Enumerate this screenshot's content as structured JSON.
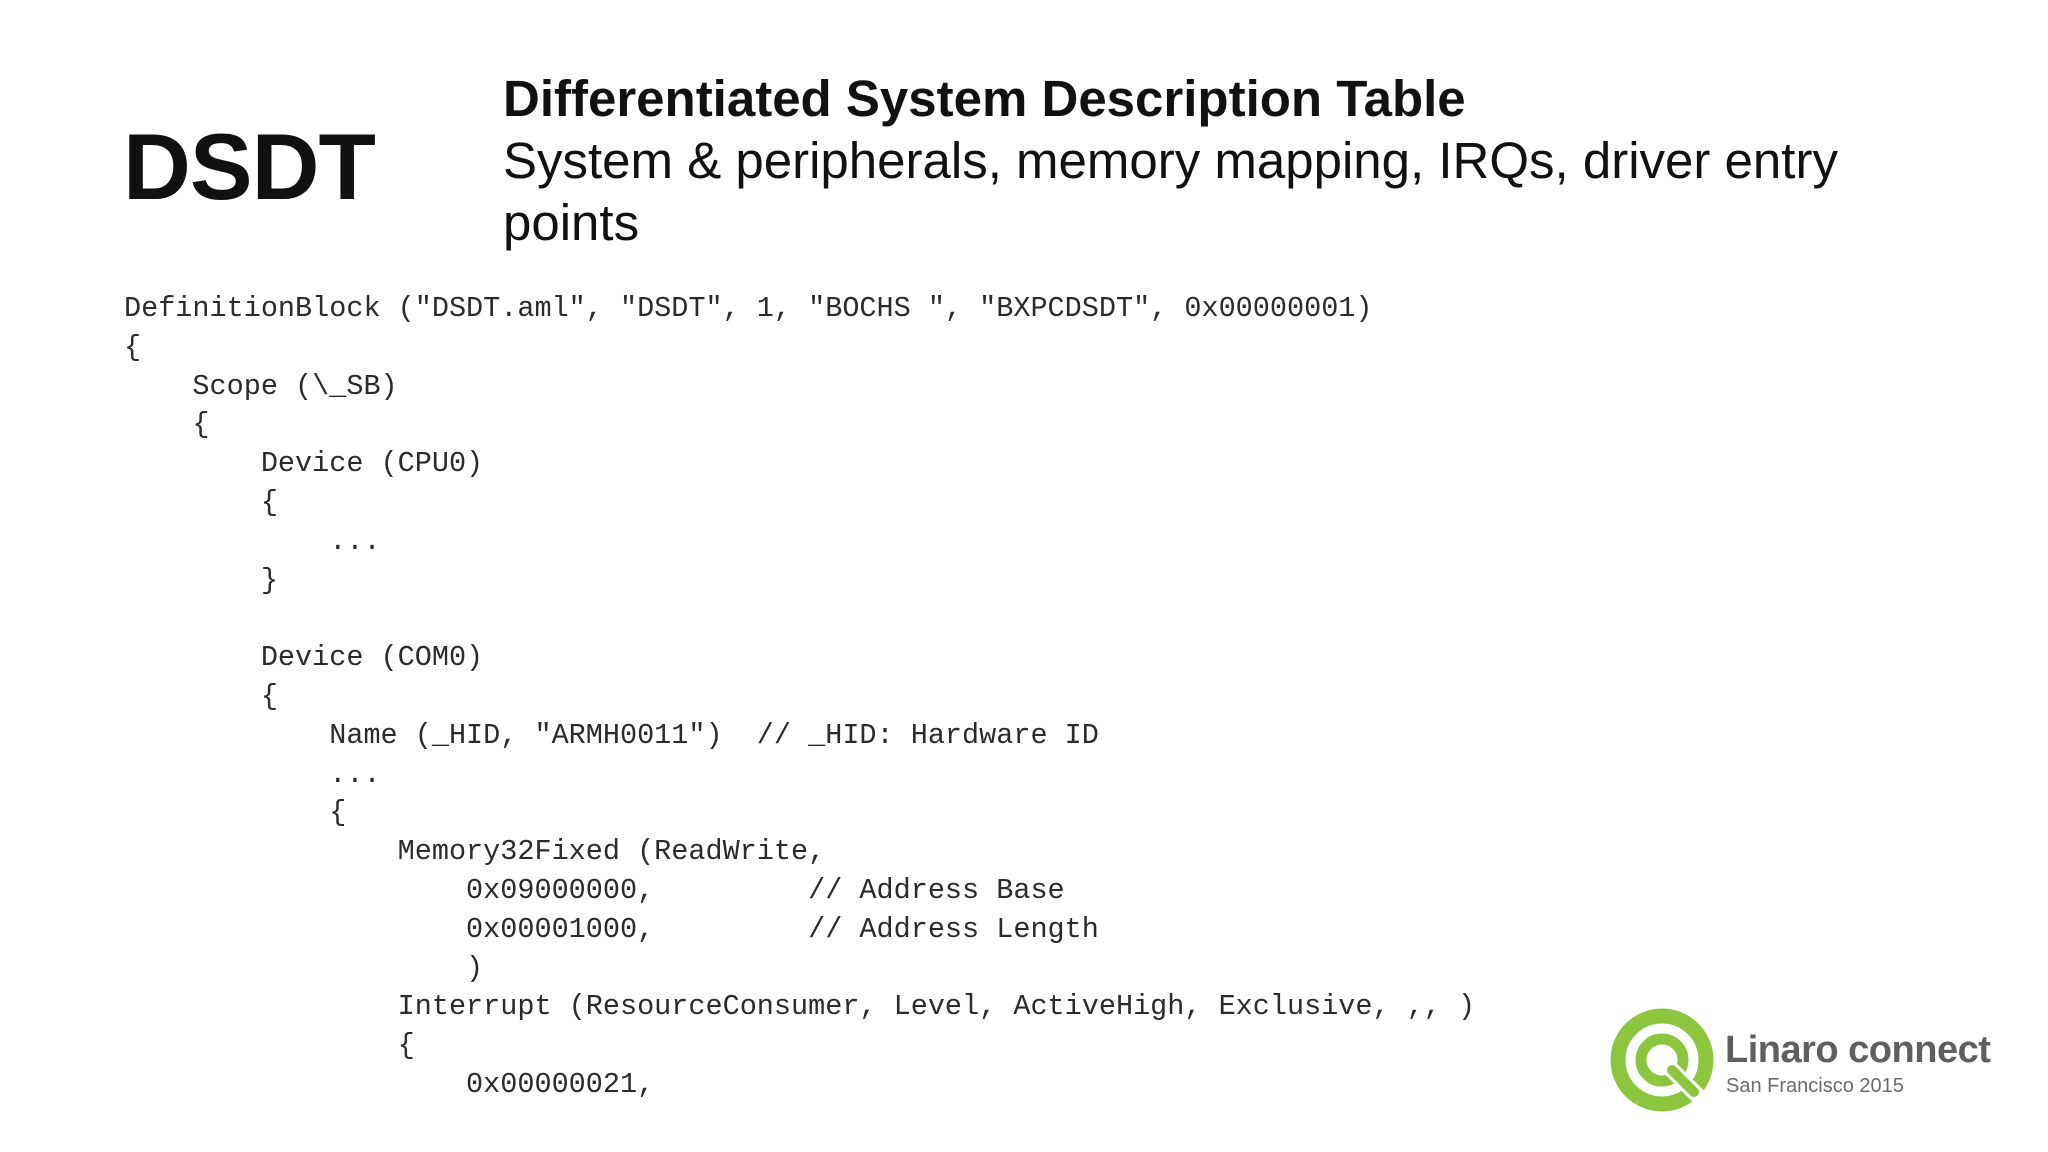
{
  "slide": {
    "title": "DSDT",
    "heading": "Differentiated System Description Table",
    "subheading": "System & peripherals, memory mapping, IRQs, driver entry points"
  },
  "code_lines": [
    "DefinitionBlock (\"DSDT.aml\", \"DSDT\", 1, \"BOCHS \", \"BXPCDSDT\", 0x00000001)",
    "{",
    "    Scope (\\_SB)",
    "    {",
    "        Device (CPU0)",
    "        {",
    "            ...",
    "        }",
    "",
    "        Device (COM0)",
    "        {",
    "            Name (_HID, \"ARMH0011\")  // _HID: Hardware ID",
    "            ...",
    "            {",
    "                Memory32Fixed (ReadWrite,",
    "                    0x09000000,         // Address Base",
    "                    0x00001000,         // Address Length",
    "                    )",
    "                Interrupt (ResourceConsumer, Level, ActiveHigh, Exclusive, ,, )",
    "                {",
    "                    0x00000021,"
  ],
  "logo": {
    "name": "Linaro connect",
    "event": "San Francisco 2015",
    "icon": "linaro-logo-icon",
    "color": "#8cc63f"
  }
}
